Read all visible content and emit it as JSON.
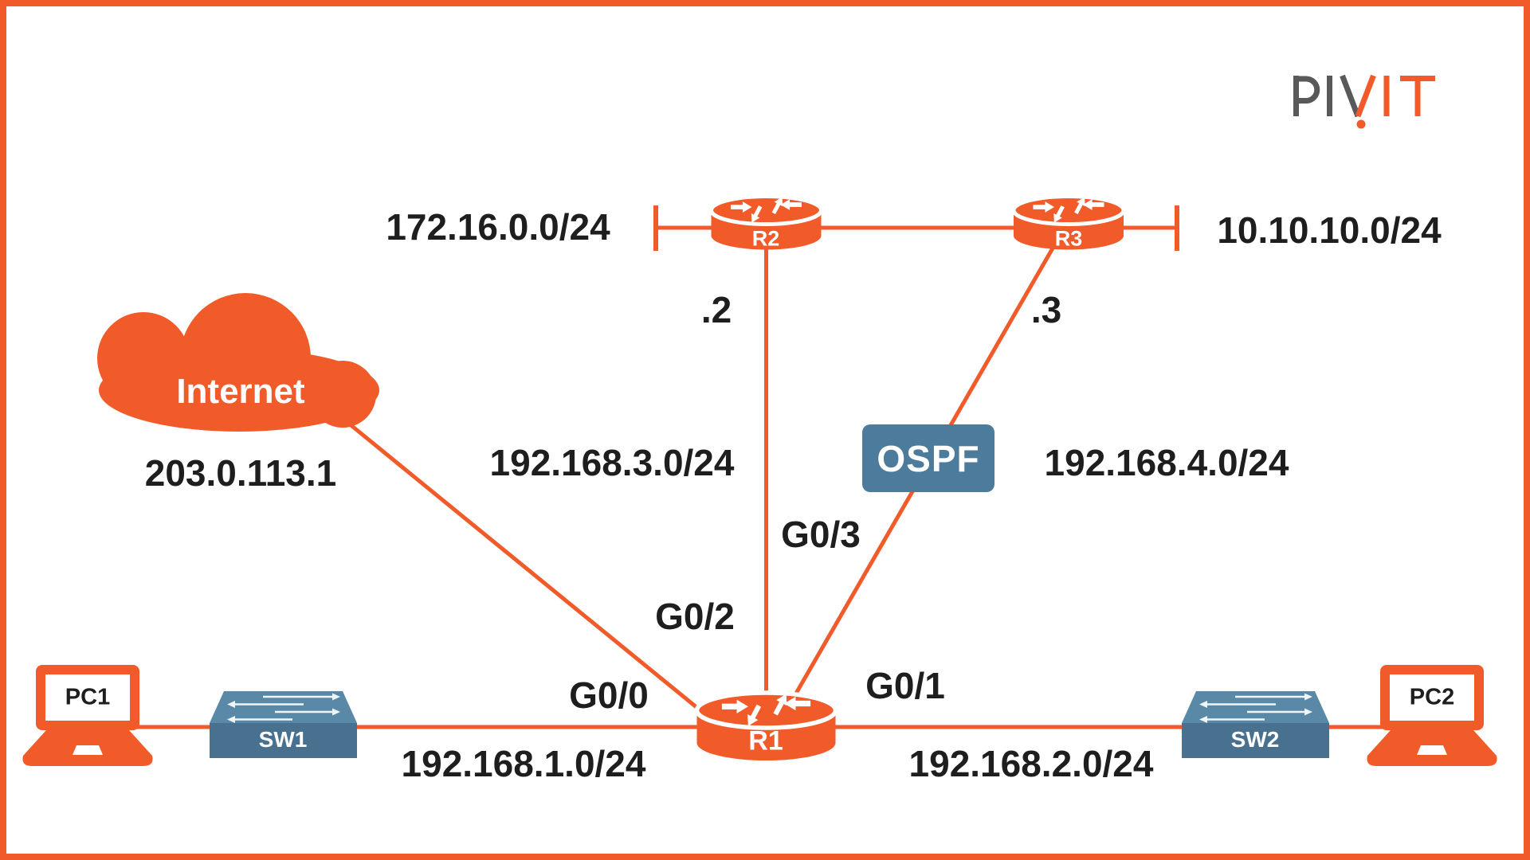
{
  "colors": {
    "orange": "#F15A29",
    "switch_top": "#5A89A7",
    "switch_front": "#47718F",
    "ospf_blue": "#4D7B9C",
    "text": "#1E1E1E",
    "logo_gray": "#58595B"
  },
  "logo": {
    "brand": "PIVIT"
  },
  "nodes": {
    "internet": {
      "label": "Internet"
    },
    "r1": {
      "label": "R1"
    },
    "r2": {
      "label": "R2"
    },
    "r3": {
      "label": "R3"
    },
    "sw1": {
      "label": "SW1"
    },
    "sw2": {
      "label": "SW2"
    },
    "pc1": {
      "label": "PC1"
    },
    "pc2": {
      "label": "PC2"
    },
    "ospf": {
      "label": "OSPF"
    }
  },
  "labels": {
    "net_r2_stub": "172.16.0.0/24",
    "net_r3_stub": "10.10.10.0/24",
    "r2_host": ".2",
    "r3_host": ".3",
    "internet_ip": "203.0.113.1",
    "net_r1_r2": "192.168.3.0/24",
    "net_r1_r3": "192.168.4.0/24",
    "if_g00": "G0/0",
    "if_g01": "G0/1",
    "if_g02": "G0/2",
    "if_g03": "G0/3",
    "net_pc1": "192.168.1.0/24",
    "net_pc2": "192.168.2.0/24"
  }
}
